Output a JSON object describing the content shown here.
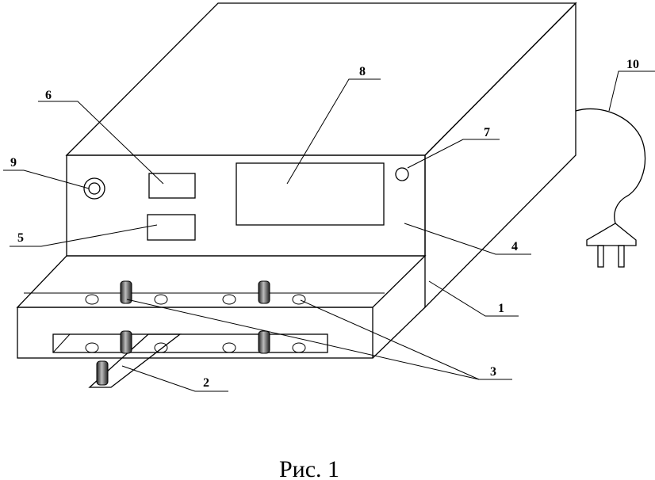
{
  "caption": "Рис. 1",
  "labels": {
    "l1": "1",
    "l2": "2",
    "l3": "3",
    "l4": "4",
    "l5": "5",
    "l6": "6",
    "l7": "7",
    "l8": "8",
    "l9": "9",
    "l10": "10"
  }
}
